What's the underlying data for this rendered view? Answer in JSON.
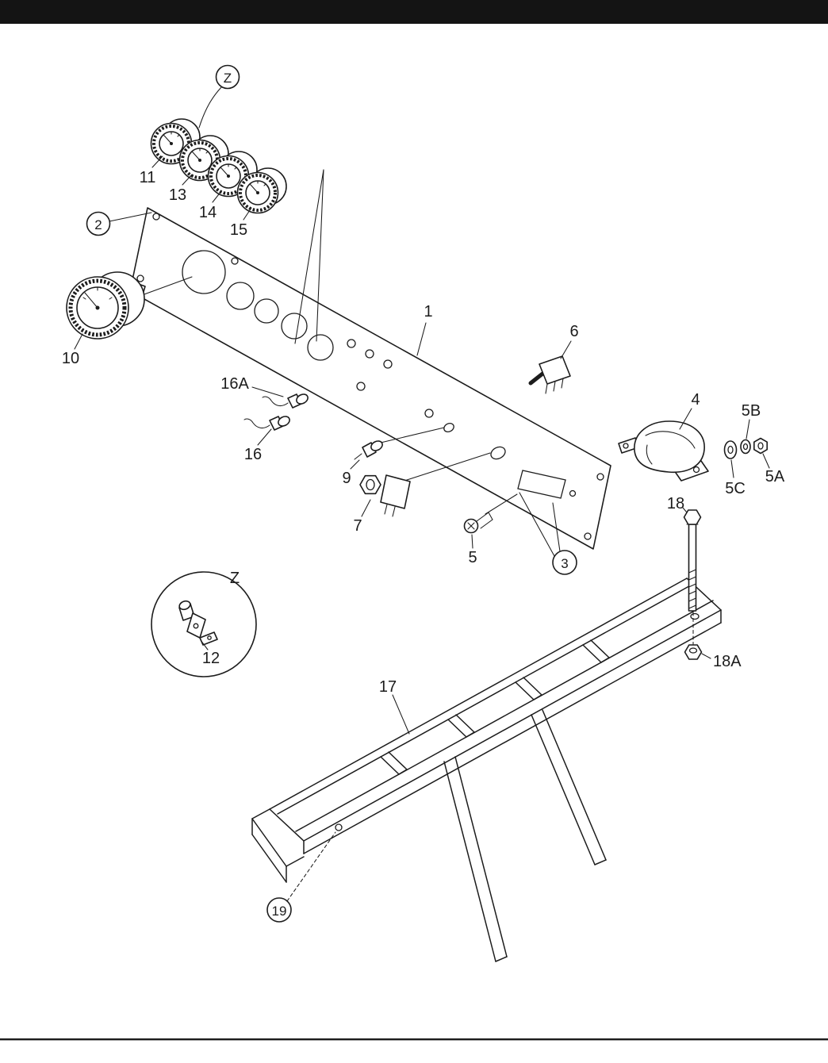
{
  "page": {
    "background": "#ffffff",
    "ink": "#1c1c1c",
    "top_bar_color": "#141414",
    "kind": "exploded-parts-diagram"
  },
  "callouts": {
    "c1": "1",
    "c2": "2",
    "c3": "3",
    "c4": "4",
    "c5": "5",
    "c5a": "5A",
    "c5b": "5B",
    "c5c": "5C",
    "c6": "6",
    "c7": "7",
    "c9": "9",
    "c10": "10",
    "c11": "11",
    "c12": "12",
    "c13": "13",
    "c14": "14",
    "c15": "15",
    "c16": "16",
    "c16a": "16A",
    "c17": "17",
    "c18": "18",
    "c18a": "18A",
    "c19": "19",
    "z_top": "Z",
    "z_detail": "Z"
  }
}
